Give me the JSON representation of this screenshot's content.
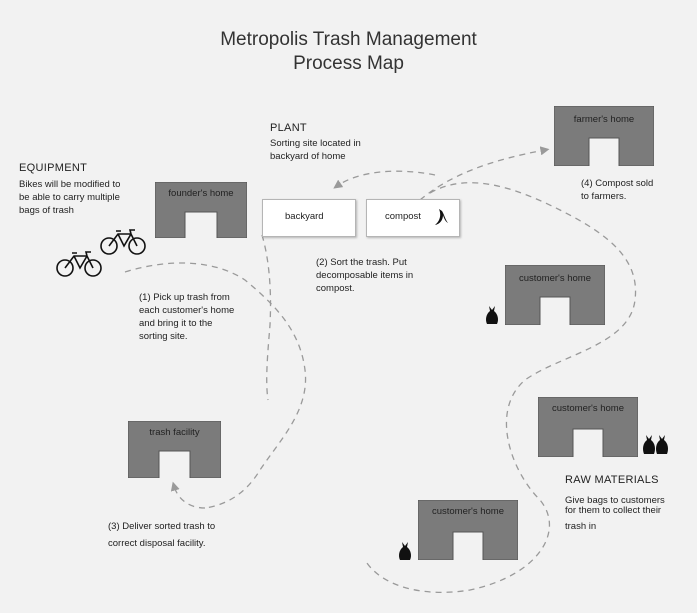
{
  "title": {
    "line1": "Metropolis Trash Management",
    "line2": "Process Map"
  },
  "equipment": {
    "heading": "EQUIPMENT",
    "line1": "Bikes will be modified to",
    "line2": "be able to carry multiple",
    "line3": "bags of trash"
  },
  "plant": {
    "heading": "PLANT",
    "line1": "Sorting site located in",
    "line2": "backyard of home"
  },
  "buildings": {
    "founders_home": "founder's home",
    "farmers_home": "farmer's home",
    "customer_home_1": "customer's home",
    "customer_home_2": "customer's home",
    "customer_home_3": "customer's home",
    "trash_facility": "trash facility"
  },
  "boxes": {
    "backyard": "backyard",
    "compost": "compost"
  },
  "steps": {
    "step1": {
      "line1": "(1) Pick up trash from",
      "line2": "each customer's home",
      "line3": "and bring it to the",
      "line4": "sorting site."
    },
    "step2": {
      "line1": "(2) Sort the trash. Put",
      "line2": "decomposable items in",
      "line3": "compost."
    },
    "step3": {
      "line1": "(3) Deliver sorted trash to",
      "line2": "correct disposal facility."
    },
    "step4": {
      "line1": "(4) Compost sold",
      "line2": "to farmers."
    }
  },
  "raw_materials": {
    "heading": "RAW MATERIALS",
    "line1": "Give bags to customers",
    "line2": "for them to collect their",
    "line3": "trash in"
  },
  "colors": {
    "building": "#7b7b7b",
    "building_stroke": "#555555",
    "route": "#9a9a9a",
    "background": "#f2f2f2"
  },
  "icons": [
    "bicycle-icon",
    "trash-bag-icon",
    "banana-peel-icon",
    "arrowhead-icon"
  ]
}
